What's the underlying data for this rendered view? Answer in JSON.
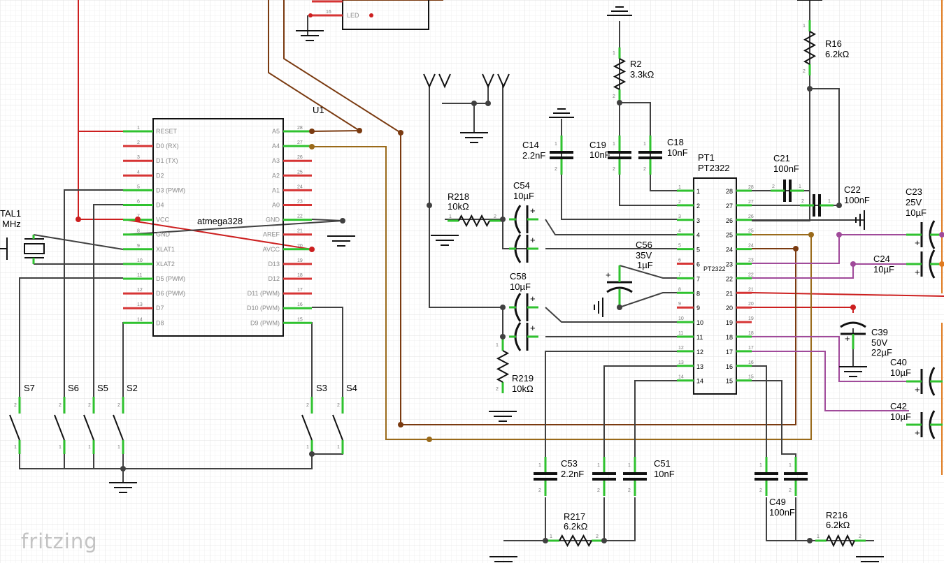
{
  "app": {
    "brand": "fritzing"
  },
  "colors": {
    "grid": "#e8e8e8",
    "wire_dark": "#404040",
    "wire_red": "#cc1f1f",
    "wire_brown": "#7a3a10",
    "wire_olive": "#9a6a1a",
    "wire_purple": "#a04a9a",
    "wire_orange": "#e07b20",
    "pin_green": "#2fc22f",
    "pin_red": "#d63434"
  },
  "mcu": {
    "ref": "U1",
    "name": "atmega328",
    "left_pins": [
      {
        "num": "1",
        "name": "RESET"
      },
      {
        "num": "2",
        "name": "D0 (RX)"
      },
      {
        "num": "3",
        "name": "D1 (TX)"
      },
      {
        "num": "4",
        "name": "D2"
      },
      {
        "num": "5",
        "name": "D3 (PWM)"
      },
      {
        "num": "6",
        "name": "D4"
      },
      {
        "num": "7",
        "name": "VCC"
      },
      {
        "num": "8",
        "name": "GND"
      },
      {
        "num": "9",
        "name": "XLAT1"
      },
      {
        "num": "10",
        "name": "XLAT2"
      },
      {
        "num": "11",
        "name": "D5 (PWM)"
      },
      {
        "num": "12",
        "name": "D6 (PWM)"
      },
      {
        "num": "13",
        "name": "D7"
      },
      {
        "num": "14",
        "name": "D8"
      }
    ],
    "right_pins": [
      {
        "num": "28",
        "name": "A5"
      },
      {
        "num": "27",
        "name": "A4"
      },
      {
        "num": "26",
        "name": "A3"
      },
      {
        "num": "25",
        "name": "A2"
      },
      {
        "num": "24",
        "name": "A1"
      },
      {
        "num": "23",
        "name": "A0"
      },
      {
        "num": "22",
        "name": "GND"
      },
      {
        "num": "21",
        "name": "AREF"
      },
      {
        "num": "20",
        "name": "AVCC"
      },
      {
        "num": "19",
        "name": "D13"
      },
      {
        "num": "18",
        "name": "D12"
      },
      {
        "num": "17",
        "name": "D11 (PWM)"
      },
      {
        "num": "16",
        "name": "D10 (PWM)"
      },
      {
        "num": "15",
        "name": "D9 (PWM)"
      }
    ]
  },
  "ic": {
    "ref": "PT1",
    "name": "PT2322",
    "inner_label": "PT2322",
    "left_pins": [
      "1",
      "2",
      "3",
      "4",
      "5",
      "6",
      "7",
      "8",
      "9",
      "10",
      "11",
      "12",
      "13",
      "14"
    ],
    "right_pins": [
      "28",
      "27",
      "26",
      "25",
      "24",
      "23",
      "22",
      "21",
      "20",
      "19",
      "18",
      "17",
      "16",
      "15"
    ]
  },
  "top_ic": {
    "pin16": "16",
    "pin_label": "LED"
  },
  "crystal": {
    "ref": "TAL1",
    "value": "MHz"
  },
  "switches": [
    {
      "ref": "S7"
    },
    {
      "ref": "S6"
    },
    {
      "ref": "S5"
    },
    {
      "ref": "S2"
    },
    {
      "ref": "S3"
    },
    {
      "ref": "S4"
    }
  ],
  "components": {
    "R2": {
      "ref": "R2",
      "value": "3.3kΩ"
    },
    "R16": {
      "ref": "R16",
      "value": "6.2kΩ"
    },
    "R218": {
      "ref": "R218",
      "value": "10kΩ"
    },
    "R219": {
      "ref": "R219",
      "value": "10kΩ"
    },
    "R217": {
      "ref": "R217",
      "value": "6.2kΩ"
    },
    "R216": {
      "ref": "R216",
      "value": "6.2kΩ"
    },
    "C14": {
      "ref": "C14",
      "value": "2.2nF"
    },
    "C19": {
      "ref": "C19",
      "value": "10nF"
    },
    "C18": {
      "ref": "C18",
      "value": "10nF"
    },
    "C21": {
      "ref": "C21",
      "value": "100nF"
    },
    "C22": {
      "ref": "C22",
      "value": "100nF"
    },
    "C23": {
      "ref": "C23",
      "voltage": "25V",
      "value": "10µF"
    },
    "C24": {
      "ref": "C24",
      "value": "10µF"
    },
    "C54": {
      "ref": "C54",
      "value": "10µF"
    },
    "C58": {
      "ref": "C58",
      "value": "10µF"
    },
    "C56": {
      "ref": "C56",
      "voltage": "35V",
      "value": "1µF"
    },
    "C39": {
      "ref": "C39",
      "voltage": "50V",
      "value": "22µF"
    },
    "C40": {
      "ref": "C40",
      "value": "10µF"
    },
    "C42": {
      "ref": "C42",
      "value": "10µF"
    },
    "C53": {
      "ref": "C53",
      "value": "2.2nF"
    },
    "C51": {
      "ref": "C51",
      "value": "10nF"
    },
    "C49": {
      "ref": "C49",
      "value": "100nF"
    }
  },
  "pin_marks": {
    "one": "1",
    "two": "2",
    "plus": "+"
  }
}
